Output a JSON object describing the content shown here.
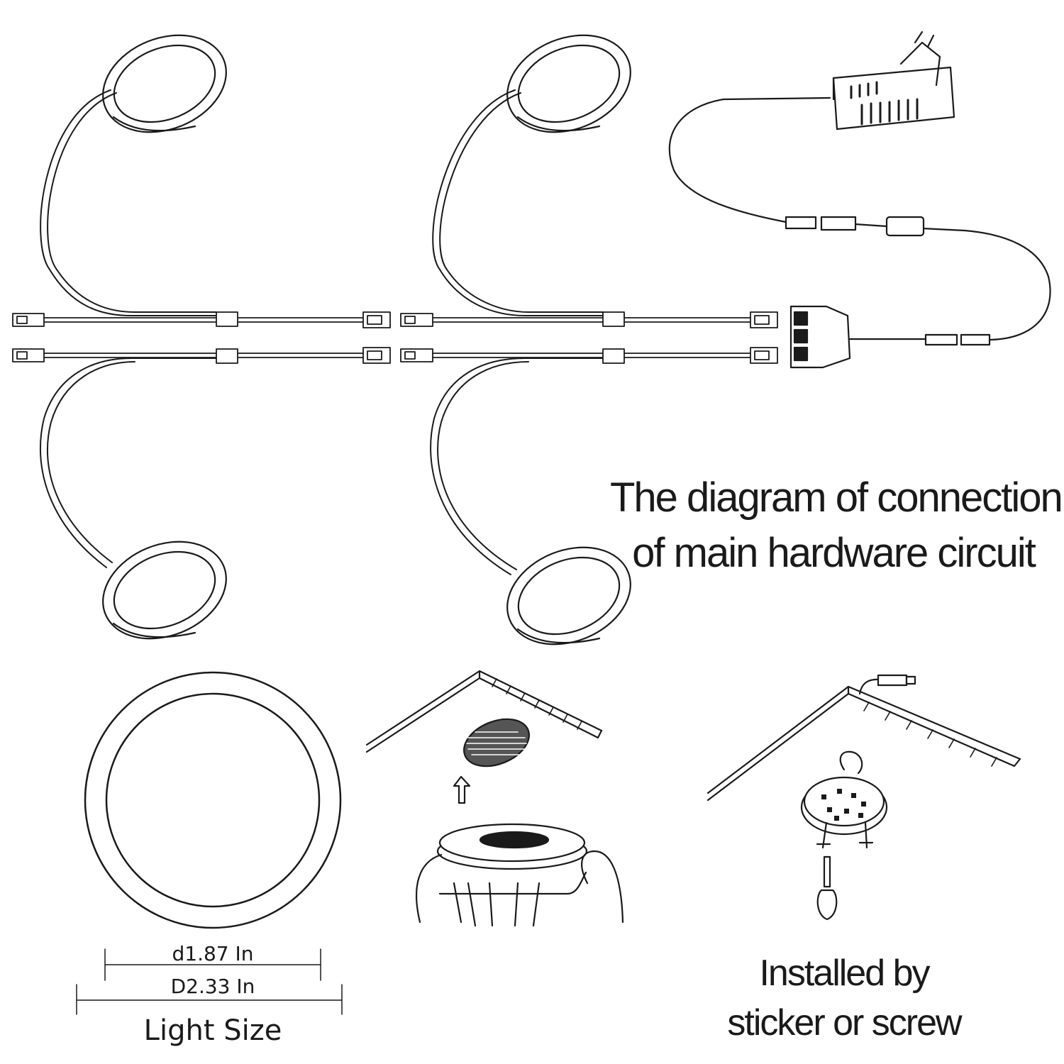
{
  "connection_diagram": {
    "title_line_1": "The diagram of connection",
    "title_line_2": "of main hardware circuit"
  },
  "light_size": {
    "inner_diameter_label": "d1.87 In",
    "outer_diameter_label": "D2.33 In",
    "caption": "Light Size"
  },
  "installation": {
    "caption_line_1": "Installed by",
    "caption_line_2": "sticker or screw"
  },
  "colors": {
    "ink": "#1a1a1a",
    "background": "#ffffff"
  }
}
